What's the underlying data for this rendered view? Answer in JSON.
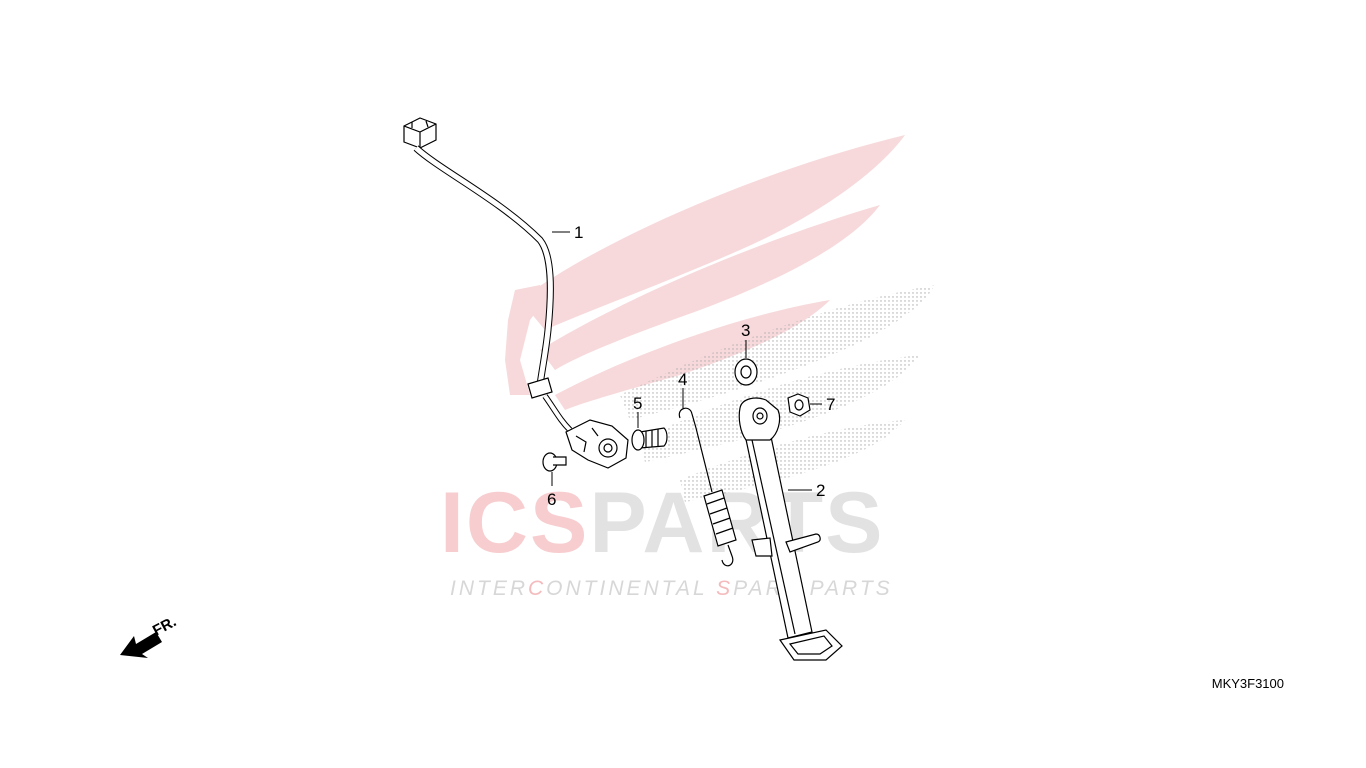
{
  "watermark": {
    "brand_red": "ICS",
    "brand_grey": "PARTS",
    "tagline_parts": [
      {
        "text": "INTER",
        "color": "grey"
      },
      {
        "text": "C",
        "color": "red"
      },
      {
        "text": "ONTINENTAL ",
        "color": "grey"
      },
      {
        "text": "S",
        "color": "red"
      },
      {
        "text": "PARE PARTS",
        "color": "grey"
      }
    ],
    "colors": {
      "red": "#e0383e",
      "grey": "#8c8c8c"
    }
  },
  "direction_indicator": {
    "label": "FR."
  },
  "callouts": [
    {
      "number": "1",
      "part": "side-stand-switch-wire"
    },
    {
      "number": "2",
      "part": "side-stand"
    },
    {
      "number": "3",
      "part": "washer"
    },
    {
      "number": "4",
      "part": "return-spring"
    },
    {
      "number": "5",
      "part": "pivot-bolt"
    },
    {
      "number": "6",
      "part": "switch-mount-bolt"
    },
    {
      "number": "7",
      "part": "nut"
    }
  ],
  "diagram_code": "MKY3F3100"
}
